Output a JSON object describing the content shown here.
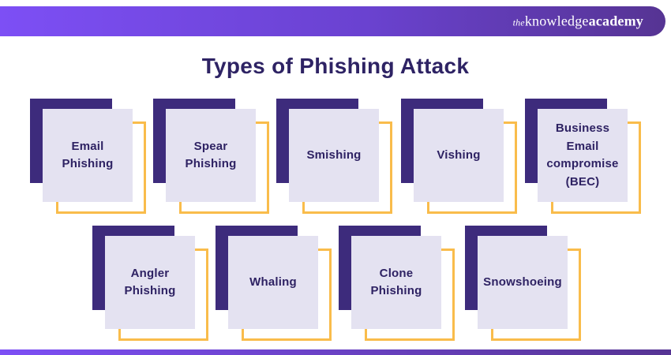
{
  "header": {
    "logo": {
      "the": "the",
      "knowledge": "knowledge",
      "academy": "academy"
    }
  },
  "title": "Types of Phishing Attack",
  "cards": [
    {
      "label": "Email\nPhishing"
    },
    {
      "label": "Spear\nPhishing"
    },
    {
      "label": "Smishing"
    },
    {
      "label": "Vishing"
    },
    {
      "label": "Business\nEmail\ncompromise\n(BEC)"
    },
    {
      "label": "Angler\nPhishing"
    },
    {
      "label": "Whaling"
    },
    {
      "label": "Clone\nPhishing"
    },
    {
      "label": "Snowshoeing"
    }
  ],
  "colors": {
    "header_gradient_start": "#7d4ff5",
    "header_gradient_end": "#563493",
    "card_back_square": "#3d2b7c",
    "card_face_square": "#e4e2f1",
    "card_outline_square": "#f9bc4b",
    "title_text": "#2e2364",
    "card_label_text": "#2e2263",
    "logo_text": "#ffffff"
  }
}
